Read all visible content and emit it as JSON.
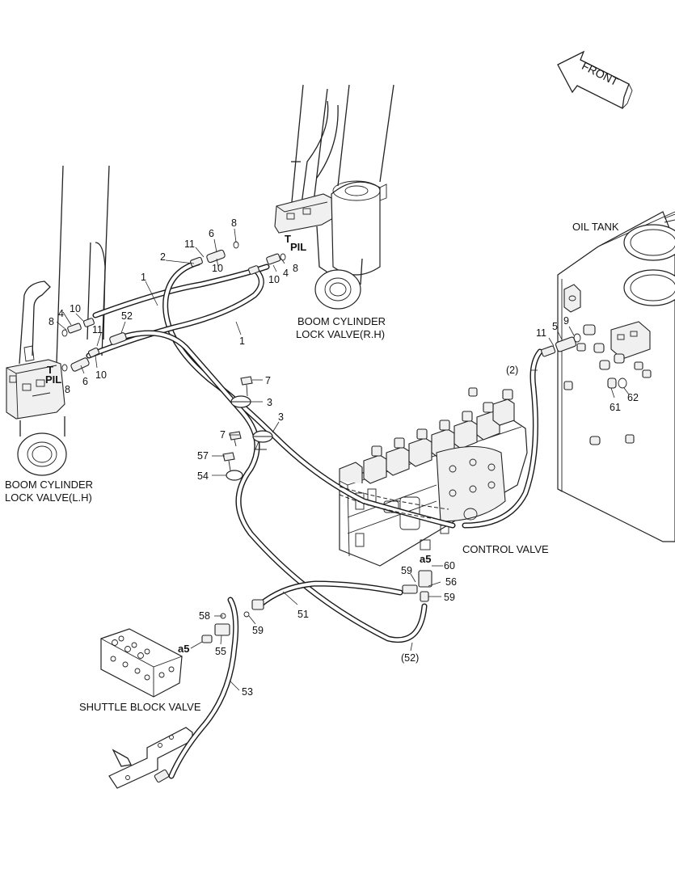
{
  "orientation": {
    "direction": "FRONT"
  },
  "component_labels": {
    "oil_tank": "OIL TANK",
    "boom_cyl_rh_1": "BOOM CYLINDER",
    "boom_cyl_rh_2": "LOCK VALVE(R.H)",
    "boom_cyl_lh_1": "BOOM CYLINDER",
    "boom_cyl_lh_2": "LOCK VALVE(L.H)",
    "control_valve": "CONTROL VALVE",
    "shuttle_block_valve": "SHUTTLE BLOCK VALVE"
  },
  "port_labels": {
    "t": "T",
    "pil": "PIL",
    "a5": "a5"
  },
  "part_numbers": {
    "p1": "1",
    "p2": "2",
    "p3": "3",
    "p4": "4",
    "p5": "5",
    "p6": "6",
    "p7": "7",
    "p8": "8",
    "p9": "9",
    "p10": "10",
    "p11": "11",
    "p51": "51",
    "p52": "52",
    "p52_ref": "(52)",
    "p53": "53",
    "p54": "54",
    "p55": "55",
    "p56": "56",
    "p57": "57",
    "p58": "58",
    "p59": "59",
    "p60": "60",
    "p61": "61",
    "p62": "62",
    "p2_ref": "(2)"
  },
  "colors": {
    "line": "#222222",
    "background": "#ffffff"
  }
}
